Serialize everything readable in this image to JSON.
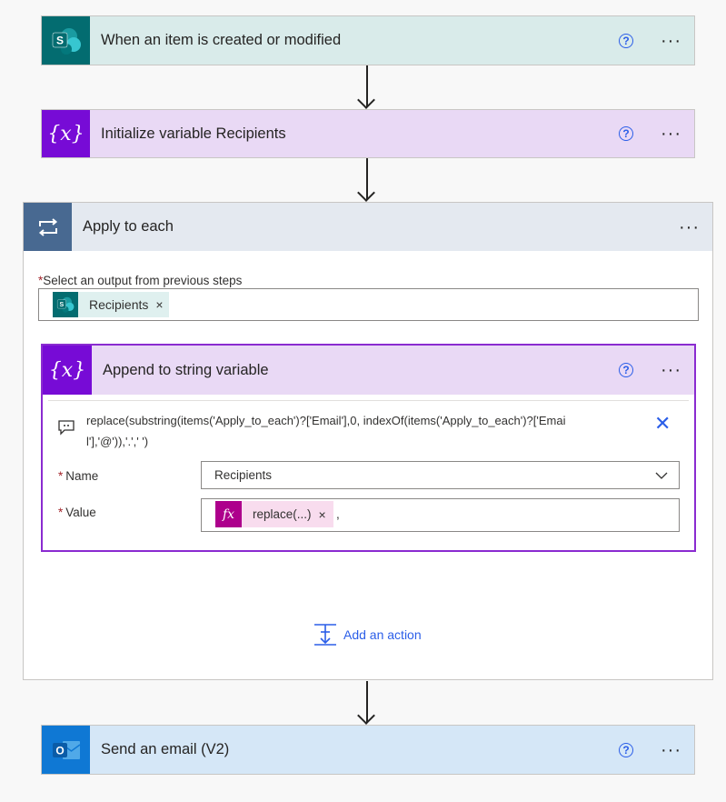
{
  "trigger": {
    "title": "When an item is created or modified",
    "icon": "sharepoint-icon",
    "help": "?",
    "more": "···",
    "color": "#d9ebea",
    "icon_color": "#036c70"
  },
  "init_var": {
    "title": "Initialize variable Recipients",
    "icon_text": "{x}",
    "help": "?",
    "more": "···",
    "color": "#e9d9f5",
    "icon_color": "#770bd6"
  },
  "apply": {
    "title": "Apply to each",
    "more": "···",
    "color": "#e4e9f0",
    "icon_color": "#486991",
    "select_label": "Select an output from previous steps",
    "required_star": "*",
    "token_label": "Recipients",
    "token_remove": "×",
    "append": {
      "title": "Append to string variable",
      "icon_text": "{x}",
      "help": "?",
      "more": "···",
      "expression": "replace(substring(items('Apply_to_each')?['Email'],0, indexOf(items('Apply_to_each')?['Email'],'@')),'.',' ')",
      "close": "✕",
      "name_label": "Name",
      "name_value": "Recipients",
      "value_label": "Value",
      "fx_symbol": "fx",
      "fx_label": "replace(...)",
      "fx_remove": "×",
      "trailing_text": ","
    },
    "add_action": "Add an action"
  },
  "email": {
    "title": "Send an email (V2)",
    "icon": "outlook-icon",
    "help": "?",
    "more": "···",
    "color": "#d5e7f7",
    "icon_color": "#0f78d4"
  }
}
